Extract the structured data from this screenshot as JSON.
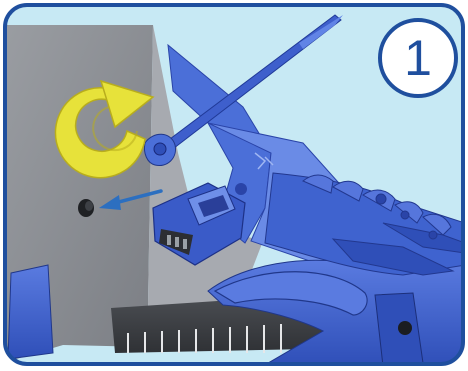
{
  "step": {
    "number": "1"
  },
  "icons": {
    "rotate": "rotate-counterclockwise-arrow",
    "direction": "removal-direction-arrow"
  },
  "colors": {
    "background": "#c7e9f4",
    "frame_border": "#1f4f9e",
    "panel_gray": "#8b8e93",
    "part_blue": "#3f63cf",
    "arrow_yellow": "#e7e23a",
    "arrow_blue": "#2c6fc0"
  }
}
